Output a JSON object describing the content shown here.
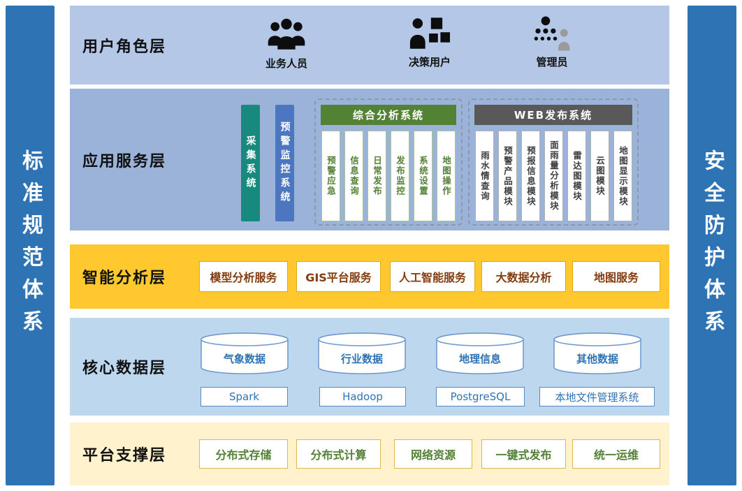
{
  "colors": {
    "side_bar": "#2e74b5",
    "user_layer_bg": "#b4c7e7",
    "app_layer_bg": "#9cb3d9",
    "smart_layer_bg": "#ffc82e",
    "data_layer_bg": "#bdd7ee",
    "platform_layer_bg": "#fff2cc",
    "collect_bar": "#17897d",
    "warn_bar": "#4d76c1",
    "analysis_header": "#548235",
    "web_header": "#595959",
    "data_text": "#2e74b5",
    "smart_text": "#843c0c",
    "platform_text": "#538135"
  },
  "side_bars": {
    "left": "标准规范体系",
    "right": "安全防护体系"
  },
  "layers": {
    "user_role": {
      "label": "用户角色层",
      "roles": [
        {
          "name": "业务人员"
        },
        {
          "name": "决策用户"
        },
        {
          "name": "管理员"
        }
      ]
    },
    "app_service": {
      "label": "应用服务层",
      "side_systems": [
        {
          "name": "采集系统"
        },
        {
          "name": "预警监控系统"
        }
      ],
      "analysis_group": {
        "title": "综合分析系统",
        "modules": [
          "预警应急",
          "信息查询",
          "日常发布",
          "发布监控",
          "系统设置",
          "地图操作"
        ]
      },
      "web_group": {
        "title": "WEB发布系统",
        "modules": [
          "雨水情查询",
          "预警产品模块",
          "预报信息模块",
          "面雨量分析模块",
          "雷达图模块",
          "云图模块",
          "地图显示模块"
        ]
      }
    },
    "smart_analysis": {
      "label": "智能分析层",
      "services": [
        "模型分析服务",
        "GIS平台服务",
        "人工智能服务",
        "大数据分析",
        "地图服务"
      ]
    },
    "core_data": {
      "label": "核心数据层",
      "databases": [
        "气象数据",
        "行业数据",
        "地理信息",
        "其他数据"
      ],
      "platforms": [
        "Spark",
        "Hadoop",
        "PostgreSQL",
        "本地文件管理系统"
      ]
    },
    "platform_support": {
      "label": "平台支撑层",
      "items": [
        "分布式存储",
        "分布式计算",
        "网络资源",
        "一键式发布",
        "统一运维"
      ]
    }
  }
}
